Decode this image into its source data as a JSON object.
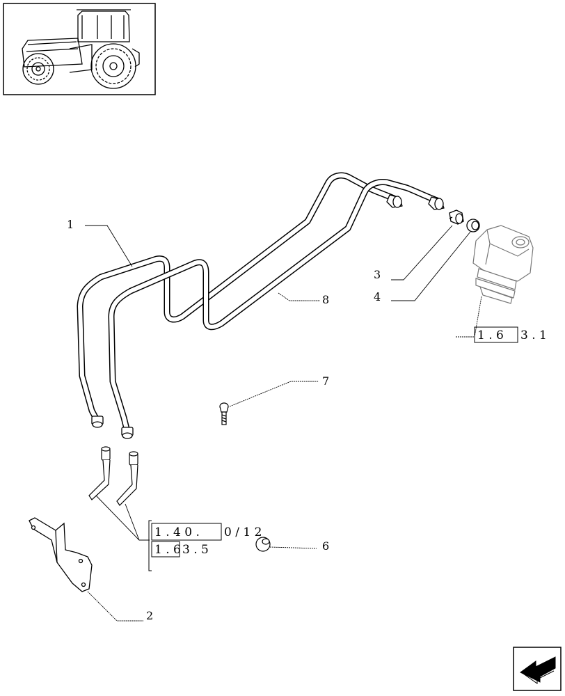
{
  "callouts": {
    "c1": "1",
    "c2": "2",
    "c3": "3",
    "c4": "4",
    "c6": "6",
    "c7": "7",
    "c8": "8"
  },
  "references": {
    "ref_a": {
      "boxed": "1 . 6",
      "rest": "3 . 1"
    },
    "ref_b": {
      "boxed": "1 . 4 0 .",
      "rest": "0 / 1 2"
    },
    "ref_c": {
      "boxed": "1 . 6",
      "rest": "3 . 5"
    }
  },
  "icons": {
    "thumbnail": "tractor-thumbnail-icon",
    "nav": "arrow-nav-icon"
  }
}
